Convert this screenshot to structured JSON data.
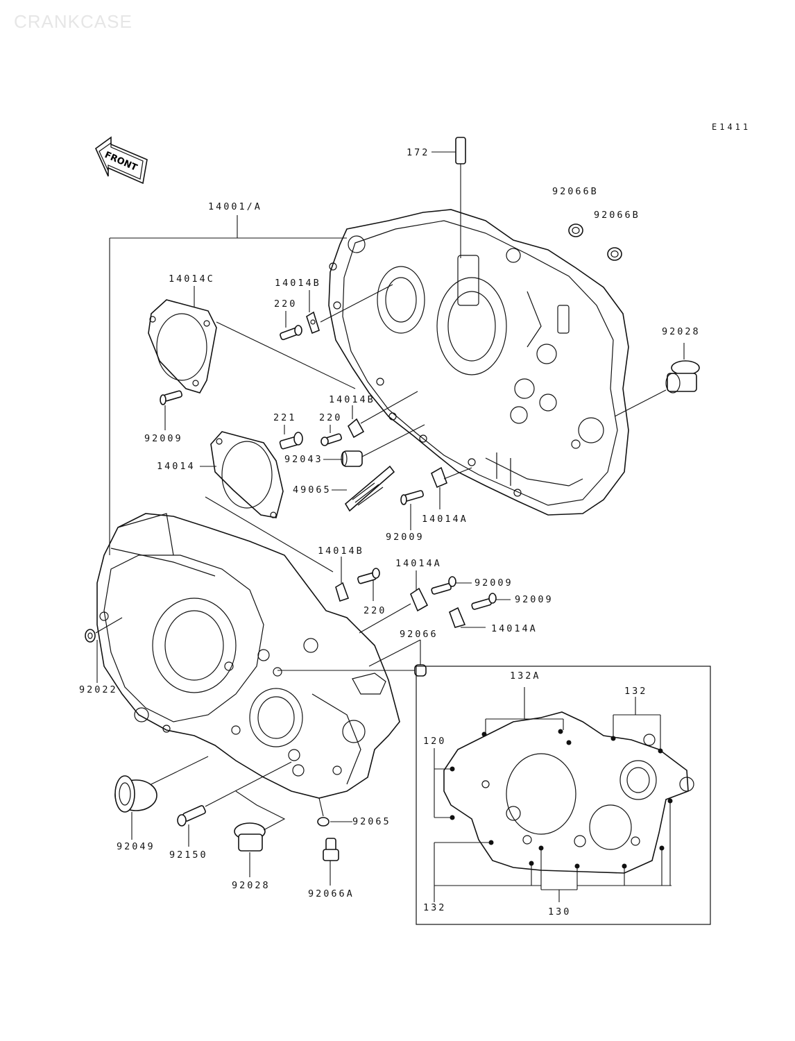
{
  "watermark": "CRANKCASE",
  "diagram_ref": "E1411",
  "front_label": "FRONT",
  "labels": {
    "l172": "172",
    "l92066b_1": "92066B",
    "l92066b_2": "92066B",
    "l14001a": "14001/A",
    "l14014c": "14014C",
    "l14014b_1": "14014B",
    "l220_1": "220",
    "l92028_1": "92028",
    "l92009_1": "92009",
    "l14014b_2": "14014B",
    "l221": "221",
    "l220_2": "220",
    "l14014": "14014",
    "l92043": "92043",
    "l49065": "49065",
    "l92009_2": "92009",
    "l14014a_1": "14014A",
    "l14014b_3": "14014B",
    "l14014a_2": "14014A",
    "l92009_3": "92009",
    "l92009_4": "92009",
    "l220_3": "220",
    "l14014a_3": "14014A",
    "l92066": "92066",
    "l92022": "92022",
    "l92049": "92049",
    "l92150": "92150",
    "l92028_2": "92028",
    "l92065": "92065",
    "l92066a": "92066A",
    "l132a": "132A",
    "l132_1": "132",
    "l120": "120",
    "l132_2": "132",
    "l130": "130"
  }
}
